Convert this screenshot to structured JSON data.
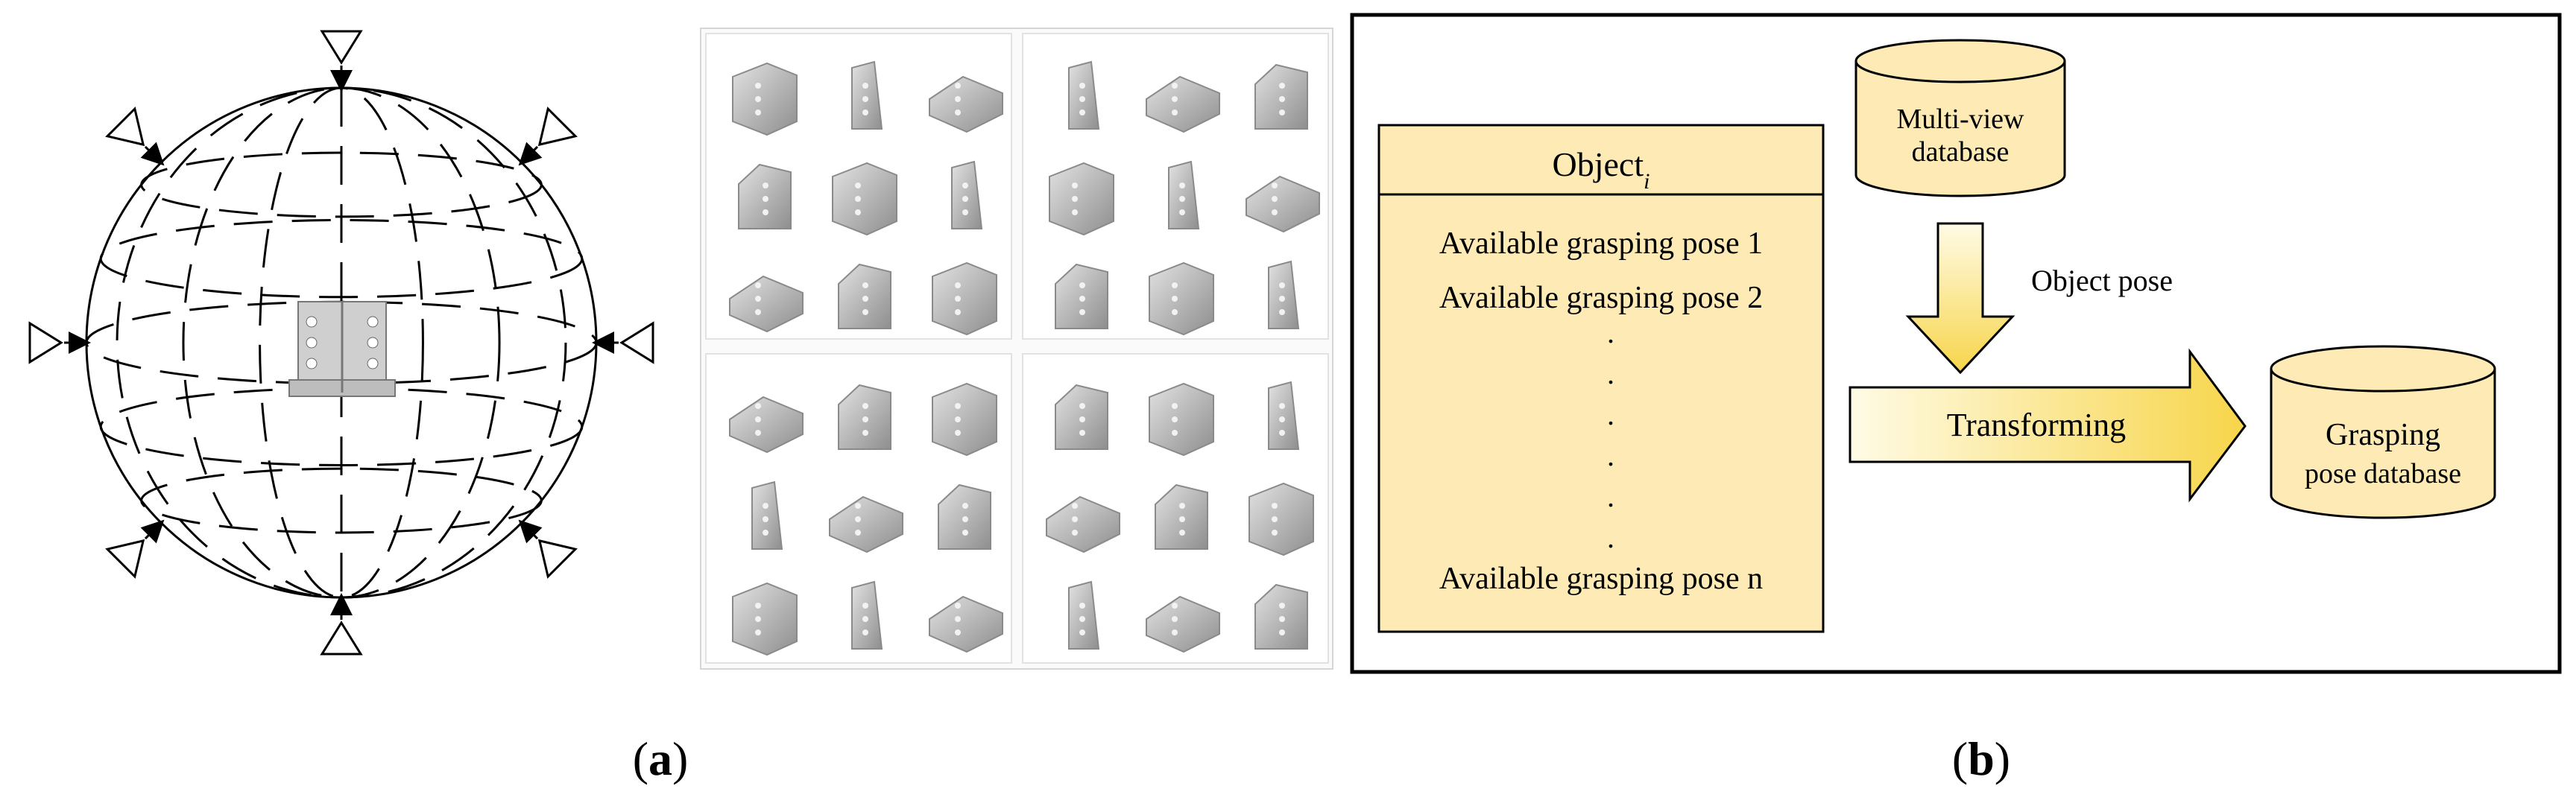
{
  "figure": {
    "label_a": "(a)",
    "label_b": "(b)"
  },
  "panel_b": {
    "object_title": "Object",
    "object_subscript": "i",
    "pose_items": [
      "Available grasping pose 1",
      "Available grasping pose 2"
    ],
    "pose_last": "Available grasping pose n",
    "ellipsis_dots": [
      ".",
      ".",
      ".",
      ".",
      ".",
      "."
    ],
    "multiview_db": [
      "Multi-view",
      "database"
    ],
    "object_pose_label": "Object pose",
    "transforming_label": "Transforming",
    "grasping_db": [
      "Grasping",
      "pose database"
    ]
  },
  "colors": {
    "box_fill": "#fdeab5",
    "arrow_light": "#fffbe6",
    "arrow_dark": "#f7d54a",
    "thumb_fill": "#b9b9b9",
    "line": "#000000"
  }
}
